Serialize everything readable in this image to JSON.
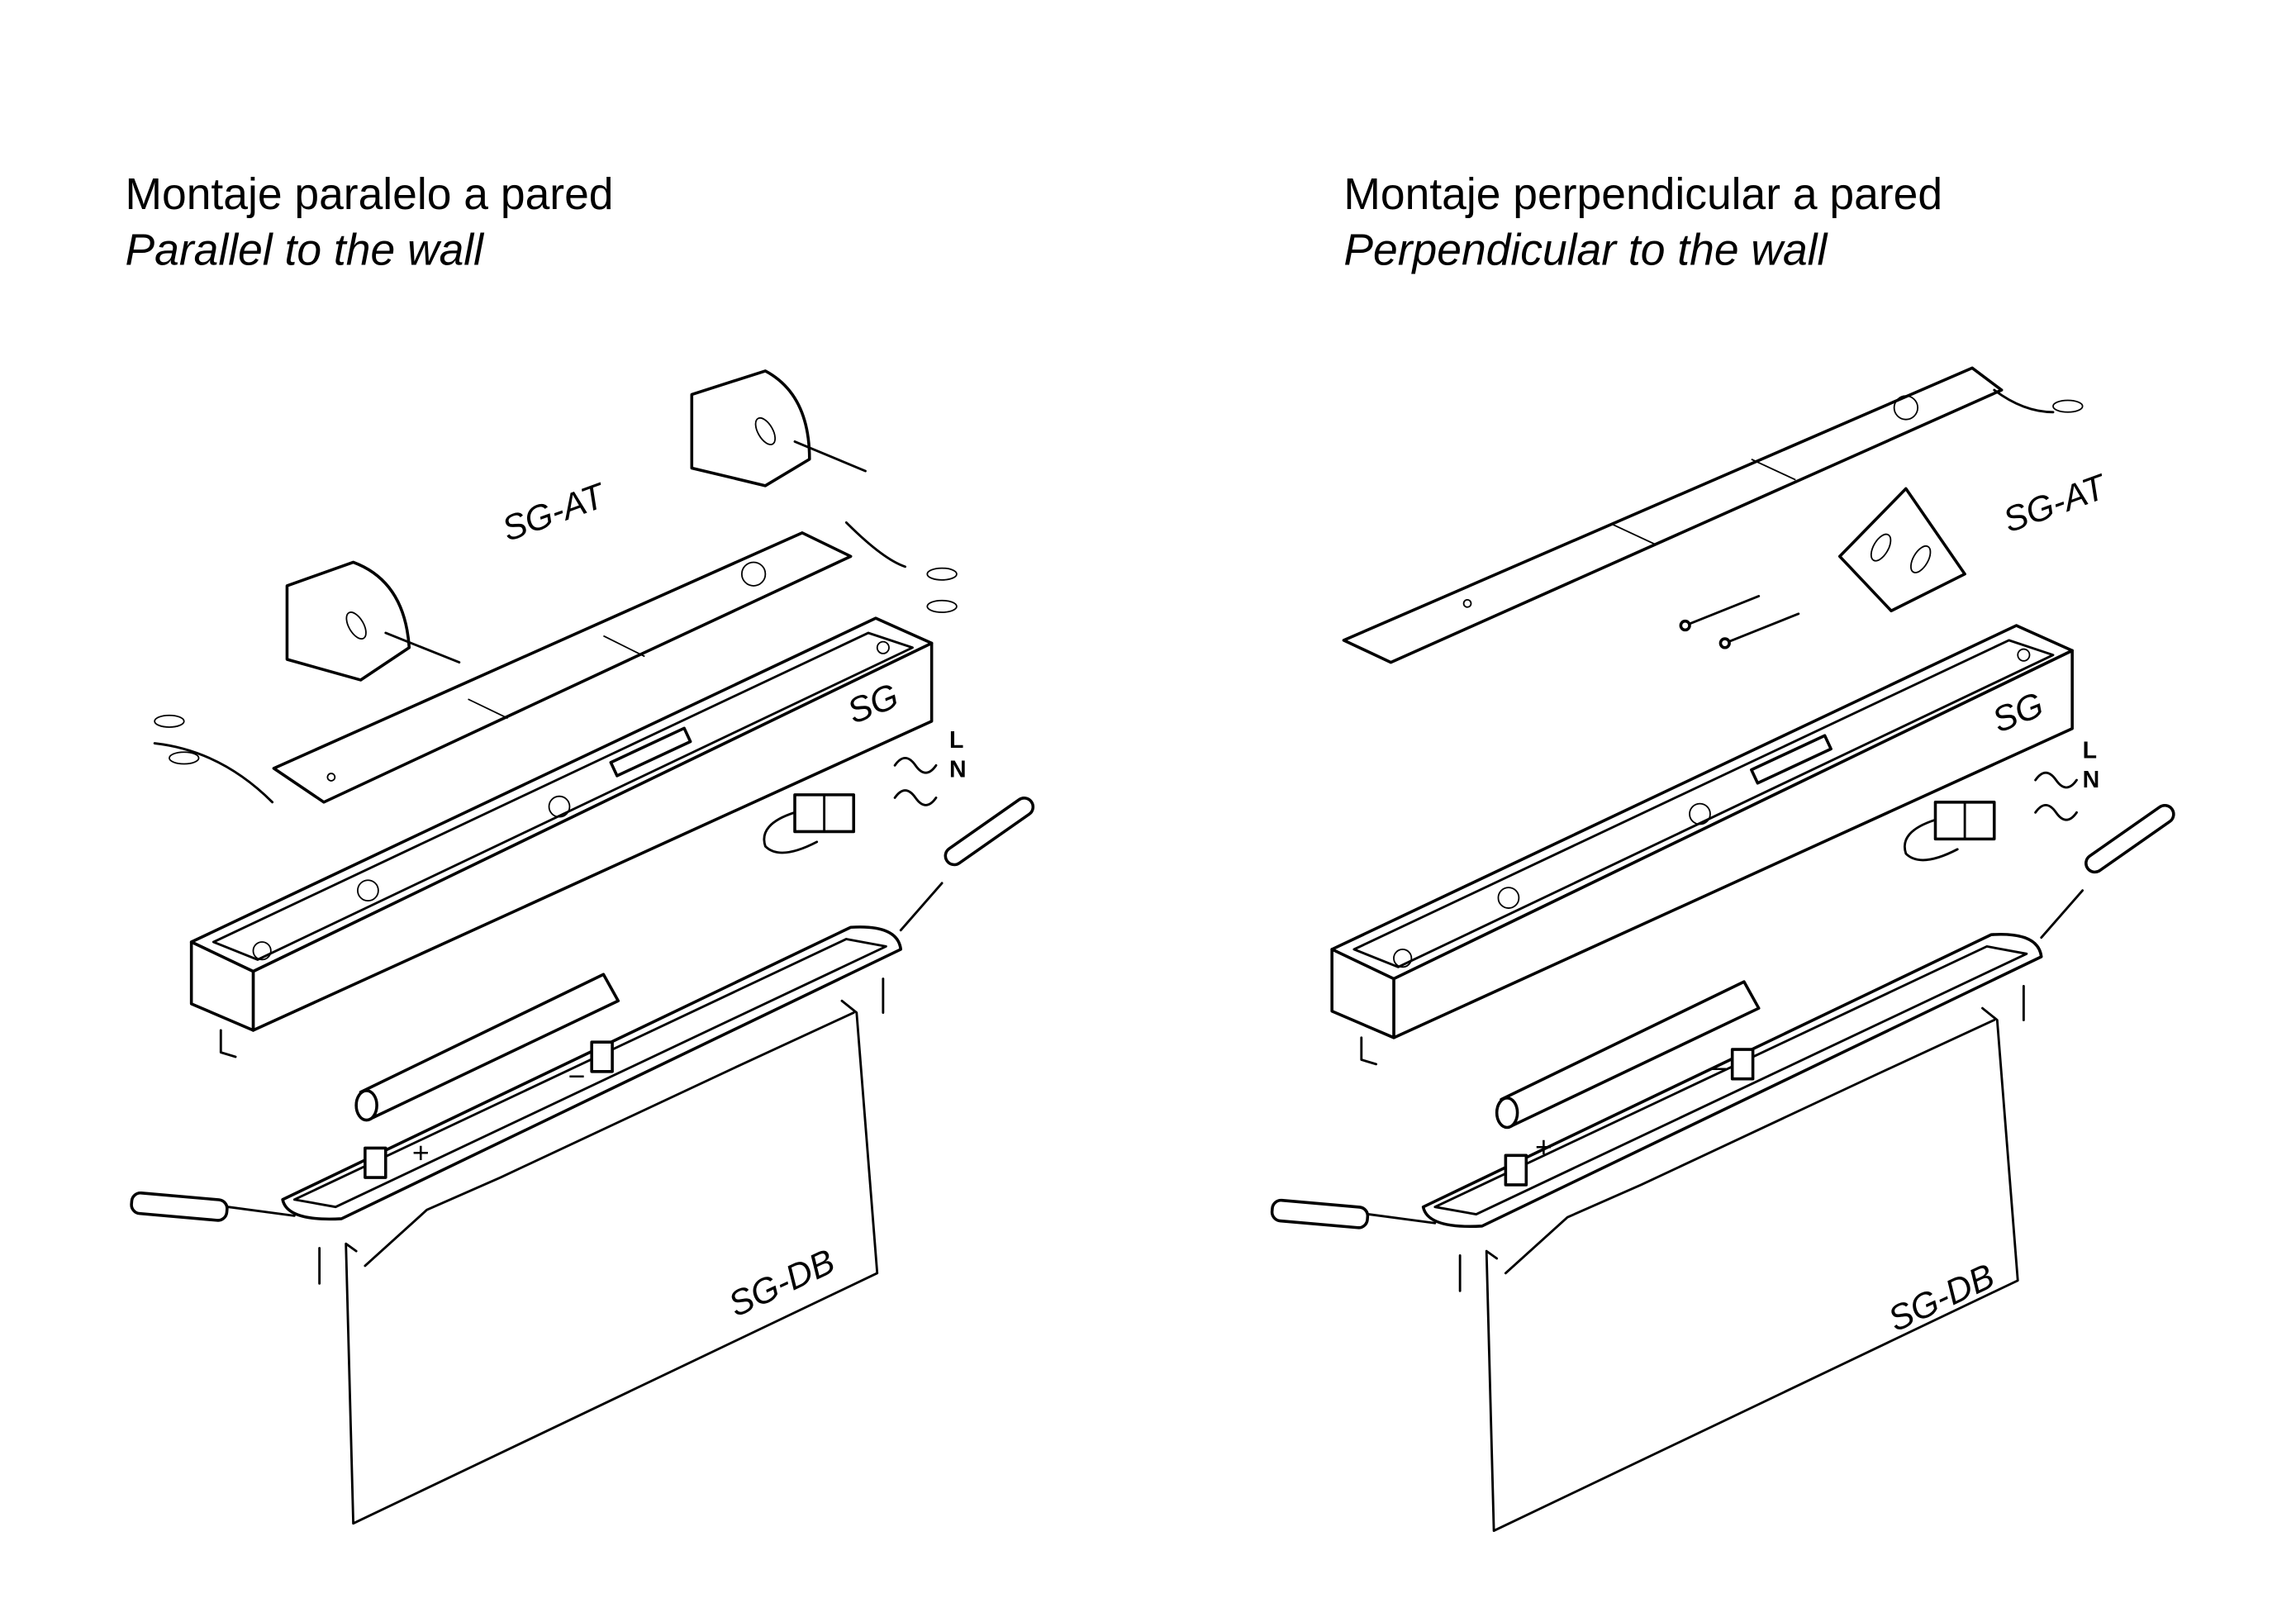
{
  "left": {
    "title": "Montaje paralelo a pared",
    "subtitle": "Parallel to the wall",
    "labels": {
      "bracket": "SG-AT",
      "body": "SG",
      "line": "L",
      "neutral": "N",
      "panel": "SG-DB",
      "plus": "+",
      "minus": "−"
    }
  },
  "right": {
    "title": "Montaje perpendicular a pared",
    "subtitle": "Perpendicular to the wall",
    "labels": {
      "bracket": "SG-AT",
      "body": "SG",
      "line": "L",
      "neutral": "N",
      "panel": "SG-DB",
      "plus": "+",
      "minus": "−"
    }
  }
}
